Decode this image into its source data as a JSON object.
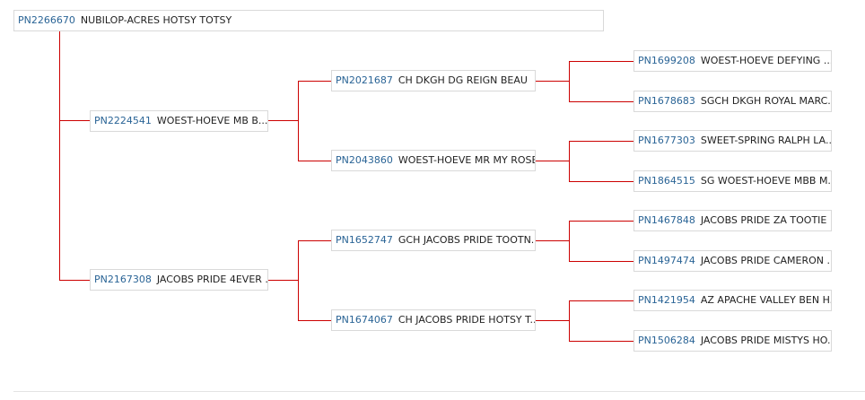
{
  "root": {
    "reg": "PN2266670",
    "name": "NUBILOP-ACRES HOTSY TOTSY"
  },
  "parents": {
    "sire": {
      "reg": "PN2224541",
      "name": "WOEST-HOEVE MB B..."
    },
    "dam": {
      "reg": "PN2167308",
      "name": "JACOBS PRIDE 4EVER ..."
    }
  },
  "grandparents": {
    "ss": {
      "reg": "PN2021687",
      "name": "CH DKGH DG REIGN BEAU"
    },
    "sd": {
      "reg": "PN2043860",
      "name": "WOEST-HOEVE MR MY ROSE"
    },
    "ds": {
      "reg": "PN1652747",
      "name": "GCH JACOBS PRIDE TOOTN..."
    },
    "dd": {
      "reg": "PN1674067",
      "name": "CH JACOBS PRIDE HOTSY T..."
    }
  },
  "great_grandparents": [
    {
      "reg": "PN1699208",
      "name": "WOEST-HOEVE DEFYING ..."
    },
    {
      "reg": "PN1678683",
      "name": "SGCH DKGH ROYAL MARC..."
    },
    {
      "reg": "PN1677303",
      "name": "SWEET-SPRING RALPH LA..."
    },
    {
      "reg": "PN1864515",
      "name": "SG WOEST-HOEVE MBB M..."
    },
    {
      "reg": "PN1467848",
      "name": "JACOBS PRIDE ZA TOOTIE ..."
    },
    {
      "reg": "PN1497474",
      "name": "JACOBS PRIDE CAMERON ..."
    },
    {
      "reg": "PN1421954",
      "name": "AZ APACHE VALLEY BEN H..."
    },
    {
      "reg": "PN1506284",
      "name": "JACOBS PRIDE MISTYS HO..."
    }
  ],
  "colors": {
    "connector": "#cc0000",
    "link": "#2a6496",
    "border": "#d9d9d9"
  }
}
